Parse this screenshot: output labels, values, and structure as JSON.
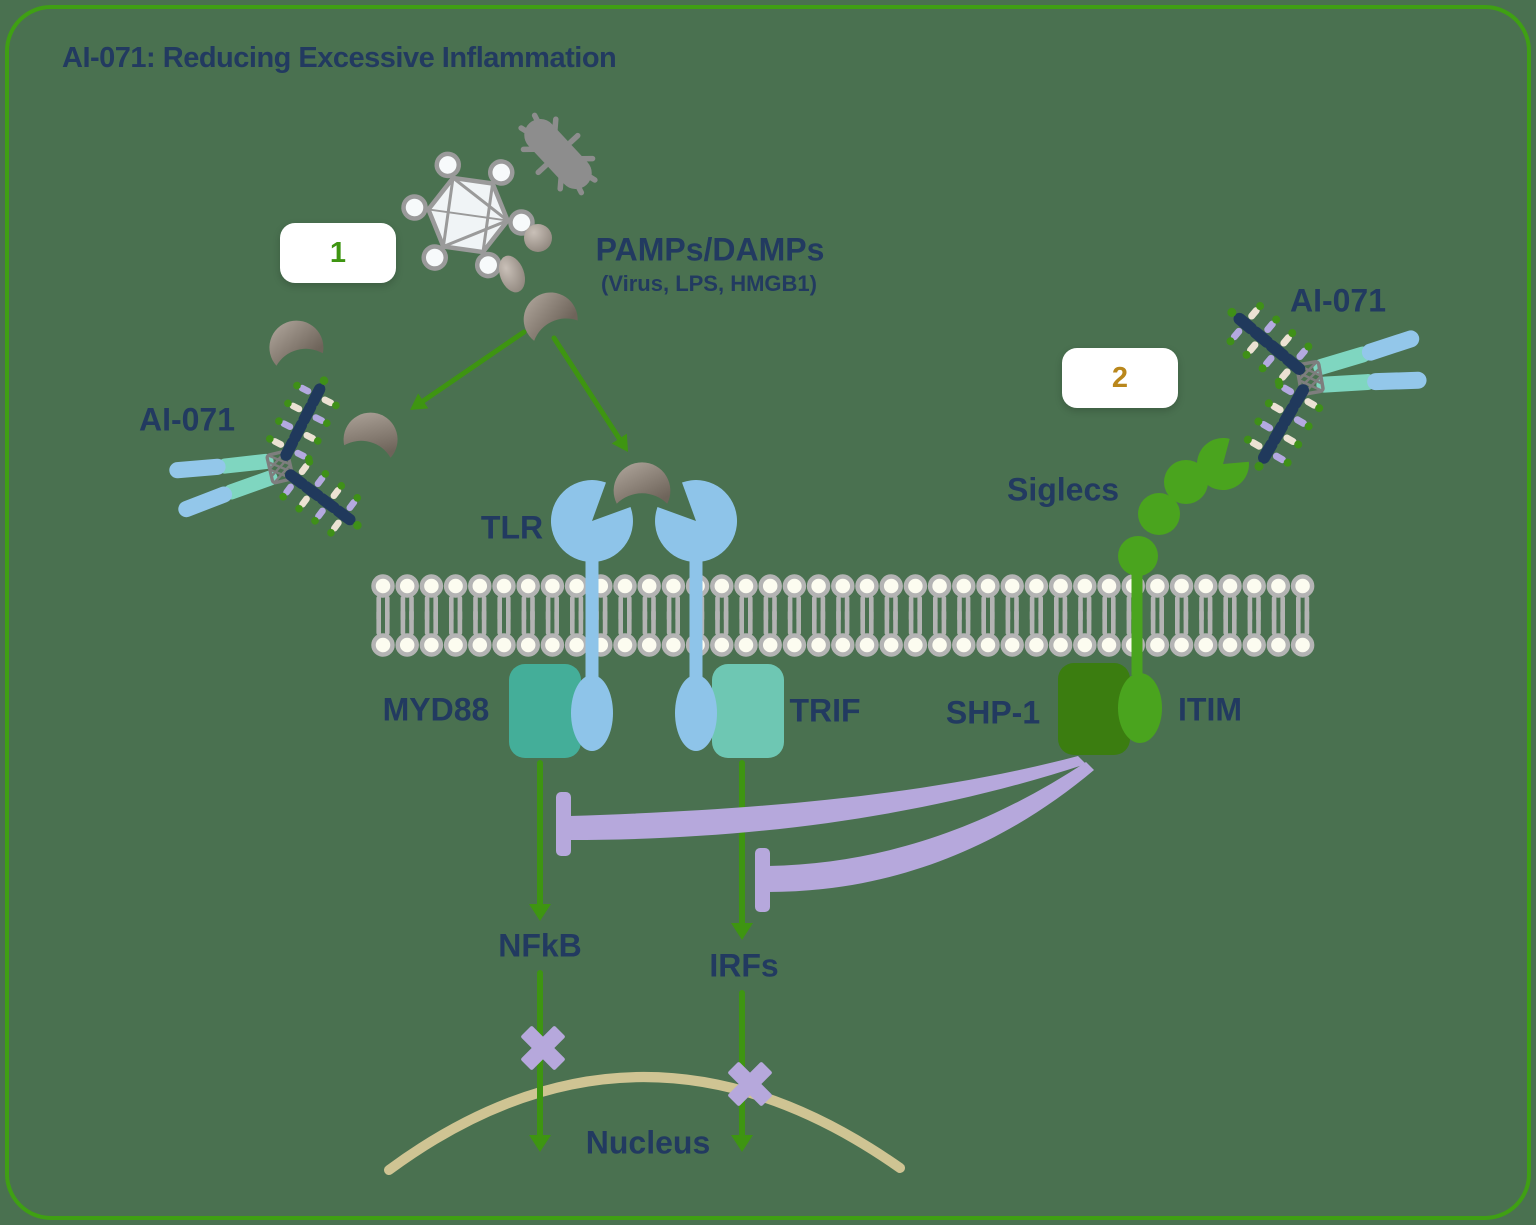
{
  "title": "AI-071: Reducing Excessive Inflammation",
  "badges": {
    "step1": "1",
    "step2": "2"
  },
  "labels": {
    "pamps_title": "PAMPs/DAMPs",
    "pamps_subtitle": "(Virus, LPS, HMGB1)",
    "ai071_left": "AI-071",
    "ai071_right": "AI-071",
    "tlr": "TLR",
    "siglecs": "Siglecs",
    "myd88": "MYD88",
    "trif": "TRIF",
    "shp1": "SHP-1",
    "itim": "ITIM",
    "nfkb": "NFkB",
    "irfs": "IRFs",
    "nucleus": "Nucleus"
  },
  "icons": [
    "bacterium-icon",
    "virus-icon",
    "pamp-crescent-icon",
    "antibody-icon",
    "tlr-receptor-icon",
    "siglec-receptor-icon",
    "lipid-bilayer-icon",
    "inhibition-tbar-icon",
    "blocked-x-icon",
    "nucleus-arc-icon"
  ],
  "colors": {
    "bg": "#4A7150",
    "border_green": "#3FA013",
    "text_navy": "#223A60",
    "arrow_green": "#3E9511",
    "inhibitor_purple": "#B6A8DC",
    "tlr_blue": "#8EC4E9",
    "myd88_teal": "#44AE99",
    "trif_teal": "#6EC7B3",
    "shp1_green": "#3B7D10",
    "siglec_green": "#4AA41E",
    "nucleus_tan": "#CFC493",
    "lipid_gray": "#B4B4B4",
    "lipid_fill": "#FCFCF0",
    "pathogen_gray": "#8D8D8D",
    "crescent_light": "#B2A89E",
    "crescent_dark": "#6E645A",
    "fab_teal": "#7FD6C0",
    "fab_blue": "#93C7EA",
    "antibody_navy": "#20395C",
    "bead_cream": "#ECE2D3",
    "bead_lavender": "#B4A9E0",
    "bead_green": "#3F9018",
    "hinge_gray": "#7E7E7E",
    "badge1_number": "#3E9511",
    "badge2_number": "#B9871C"
  }
}
